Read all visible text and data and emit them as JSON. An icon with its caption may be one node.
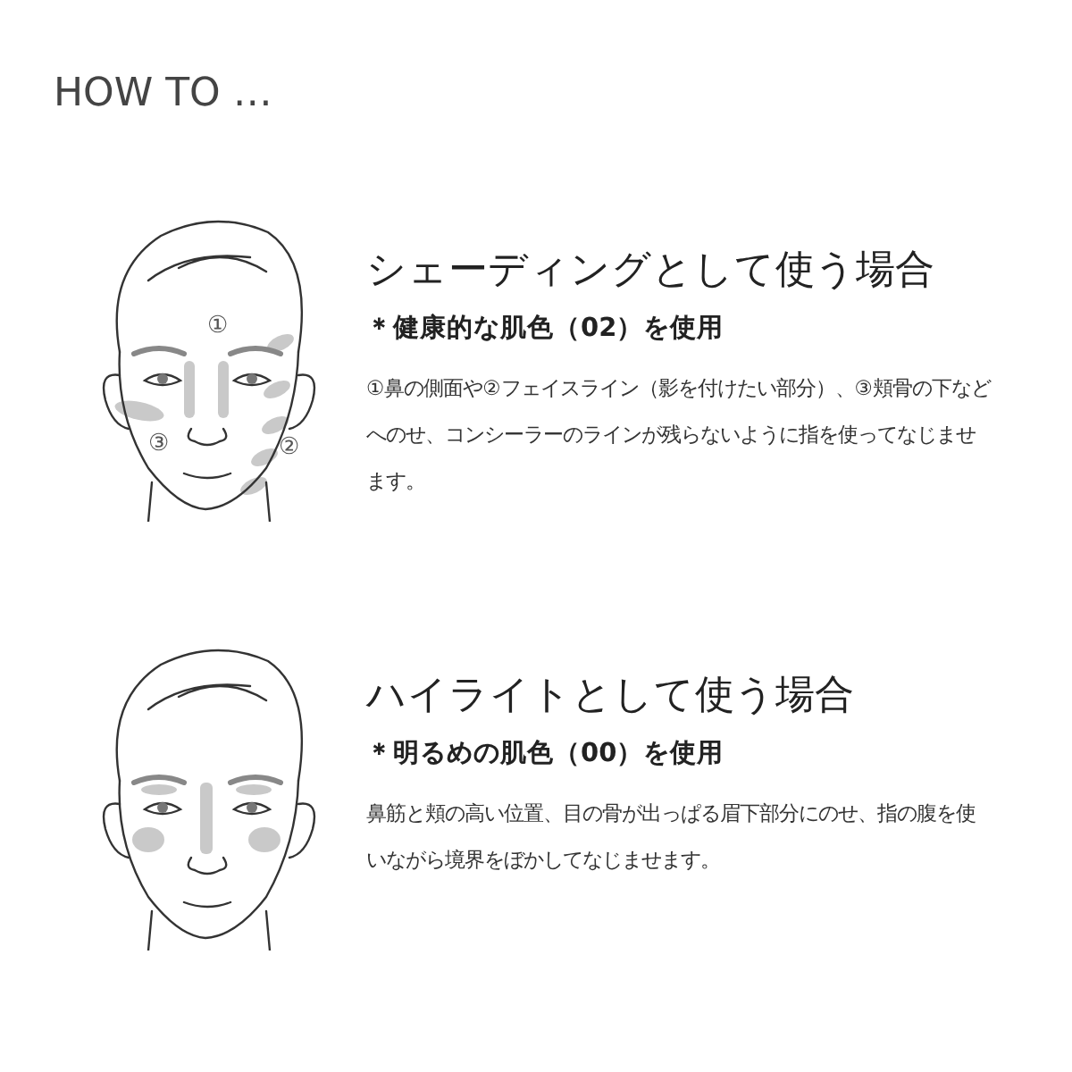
{
  "diagram": {
    "title": "HOW TO …",
    "labels": [
      "①",
      "③",
      "②",
      "シェーディングとして使う場合",
      "＊健康的な肌色（02）を使用",
      "①鼻の側面や②フェイスライン（影を付けたい部分）、③頬骨の下などへのせ、コンシーラーのラインが残らないように指を使ってなじませます。",
      "ハイライトとして使う場合",
      "＊明るめの肌色（00）を使用",
      "鼻筋と頬の高い位置、目の骨が出っぱる眉下部分にのせ、指の腹を使いながら境界をぼかしてなじませます。"
    ]
  }
}
